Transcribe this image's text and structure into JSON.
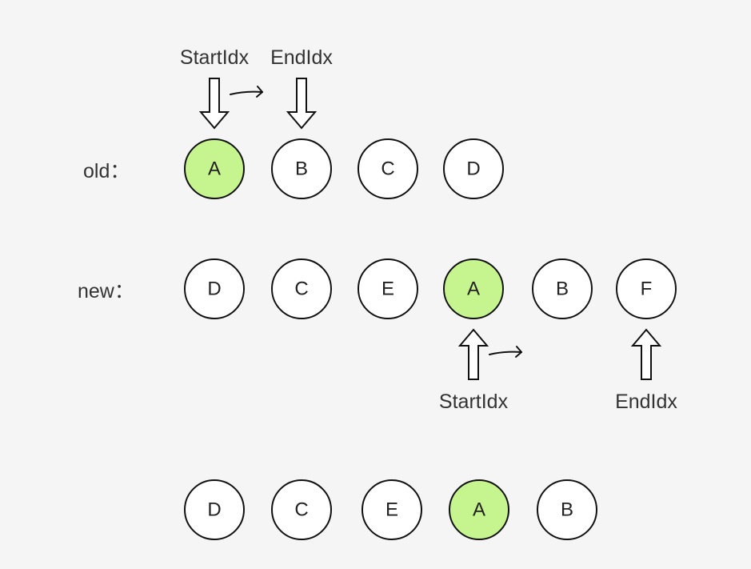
{
  "colors": {
    "background": "#f5f5f5",
    "node_fill": "#ffffff",
    "highlight_fill": "#c6f48f",
    "stroke": "#111111"
  },
  "rows": {
    "old": {
      "label": "old：",
      "nodes": [
        {
          "text": "A",
          "highlight": true
        },
        {
          "text": "B",
          "highlight": false
        },
        {
          "text": "C",
          "highlight": false
        },
        {
          "text": "D",
          "highlight": false
        }
      ]
    },
    "new": {
      "label": "new：",
      "nodes": [
        {
          "text": "D",
          "highlight": false
        },
        {
          "text": "C",
          "highlight": false
        },
        {
          "text": "E",
          "highlight": false
        },
        {
          "text": "A",
          "highlight": true
        },
        {
          "text": "B",
          "highlight": false
        },
        {
          "text": "F",
          "highlight": false
        }
      ]
    },
    "result": {
      "label": "",
      "nodes": [
        {
          "text": "D",
          "highlight": false
        },
        {
          "text": "C",
          "highlight": false
        },
        {
          "text": "E",
          "highlight": false
        },
        {
          "text": "A",
          "highlight": true
        },
        {
          "text": "B",
          "highlight": false
        }
      ]
    }
  },
  "pointers": {
    "old_start": {
      "label": "StartIdx",
      "target_row": "old",
      "target_index": 0,
      "direction": "down",
      "moves_right": true
    },
    "old_end": {
      "label": "EndIdx",
      "target_row": "old",
      "target_index": 1,
      "direction": "down",
      "moves_right": false
    },
    "new_start": {
      "label": "StartIdx",
      "target_row": "new",
      "target_index": 3,
      "direction": "up",
      "moves_right": true
    },
    "new_end": {
      "label": "EndIdx",
      "target_row": "new",
      "target_index": 5,
      "direction": "up",
      "moves_right": false
    }
  }
}
